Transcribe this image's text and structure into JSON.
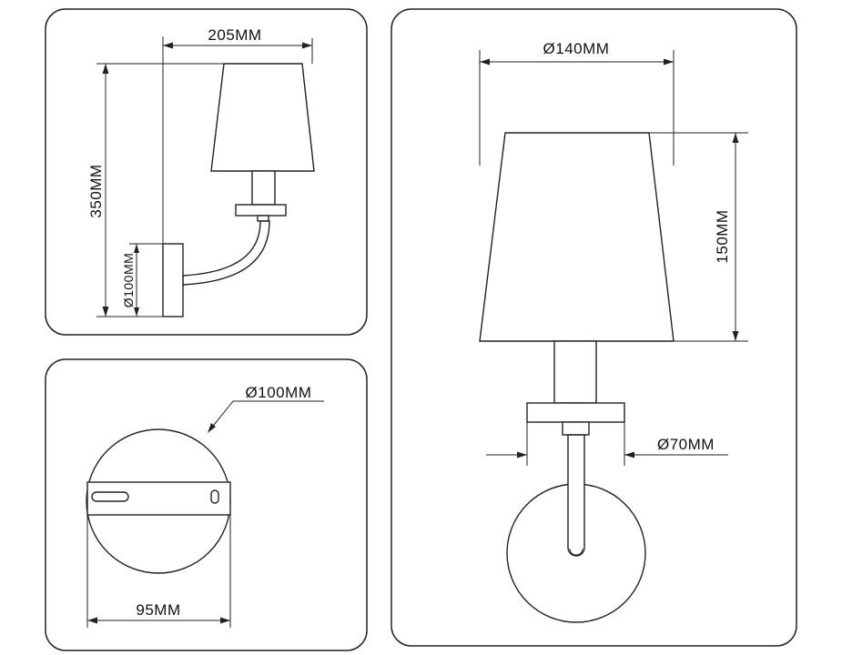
{
  "panels": {
    "side_view": {
      "width_label": "205MM",
      "height_label": "350MM",
      "base_diameter_label": "Ø100MM"
    },
    "base_view": {
      "diameter_label": "Ø100MM",
      "width_label": "95MM"
    },
    "front_view": {
      "shade_diameter_label": "Ø140MM",
      "shade_height_label": "150MM",
      "holder_diameter_label": "Ø70MM"
    }
  }
}
